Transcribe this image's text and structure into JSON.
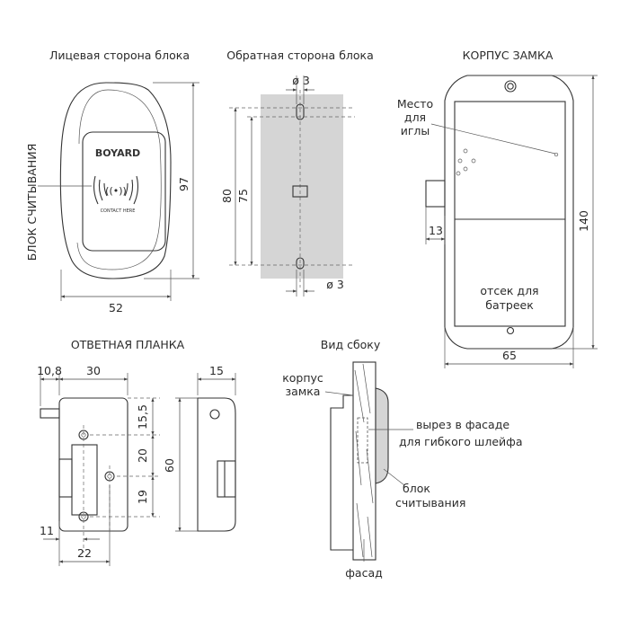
{
  "front": {
    "title": "Лицевая сторона блока",
    "side_label": "БЛОК СЧИТЫВАНИЯ",
    "brand": "BOYARD",
    "contact": "CONTACT HERE",
    "dim_height": "97",
    "dim_width": "52"
  },
  "back": {
    "title": "Обратная сторона блока",
    "dim_hole_top": "ø 3",
    "dim_hole_bottom": "ø 3",
    "dim_80": "80",
    "dim_75": "75"
  },
  "body": {
    "title": "КОРПУС ЗАМКА",
    "needle_label": [
      "Место",
      "для",
      "иглы"
    ],
    "battery_label": [
      "отсек для",
      "батреек"
    ],
    "dim_13": "13",
    "dim_140": "140",
    "dim_65": "65"
  },
  "strike": {
    "title": "ОТВЕТНАЯ ПЛАНКА",
    "dim_10_8": "10,8",
    "dim_30": "30",
    "dim_15": "15",
    "dim_15_5": "15,5",
    "dim_20": "20",
    "dim_19": "19",
    "dim_60": "60",
    "dim_11": "11",
    "dim_22": "22"
  },
  "side": {
    "title": "Вид сбоку",
    "body_label": [
      "корпус",
      "замка"
    ],
    "cutout_label": [
      "вырез в фасаде",
      "для гибкого шлейфа"
    ],
    "reader_label": [
      "блок",
      "считывания"
    ],
    "facade_label": "фасад"
  }
}
